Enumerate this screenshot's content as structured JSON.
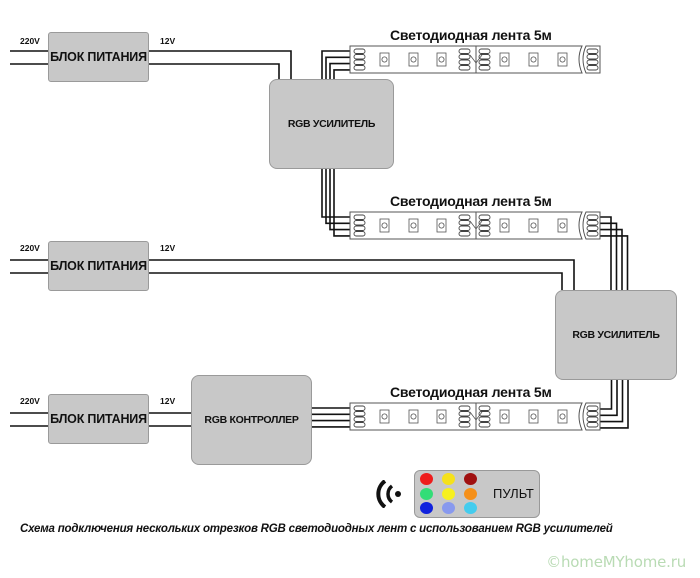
{
  "diagram": {
    "power_supplies": [
      {
        "label": "БЛОК ПИТАНИЯ",
        "input_voltage": "220V",
        "output_voltage": "12V"
      },
      {
        "label": "БЛОК ПИТАНИЯ",
        "input_voltage": "220V",
        "output_voltage": "12V"
      },
      {
        "label": "БЛОК ПИТАНИЯ",
        "input_voltage": "220V",
        "output_voltage": "12V"
      }
    ],
    "amplifiers": [
      {
        "label": "RGB УСИЛИТЕЛЬ"
      },
      {
        "label": "RGB УСИЛИТЕЛЬ"
      }
    ],
    "controller": {
      "label": "RGB КОНТРОЛЛЕР"
    },
    "strips": [
      {
        "title": "Светодиодная лента 5м"
      },
      {
        "title": "Светодиодная лента 5м"
      },
      {
        "title": "Светодиодная лента 5м"
      }
    ],
    "remote": {
      "label": "ПУЛЬТ",
      "signal_icon": "wireless-signal-icon",
      "button_colors": [
        "#ee1c1c",
        "#f5e11a",
        "#a01010",
        "#33dd77",
        "#f7f01e",
        "#f5901a",
        "#1022dd",
        "#8899ee",
        "#44ccee"
      ]
    },
    "colors": {
      "box_fill": "#c8c8c8",
      "wire": "#111111",
      "watermark": "#b9dbb4"
    },
    "caption": "Схема подключения нескольких отрезков RGB светодиодных лент с использованием RGB усилителей",
    "watermark": "©homeMYhome.ru"
  }
}
